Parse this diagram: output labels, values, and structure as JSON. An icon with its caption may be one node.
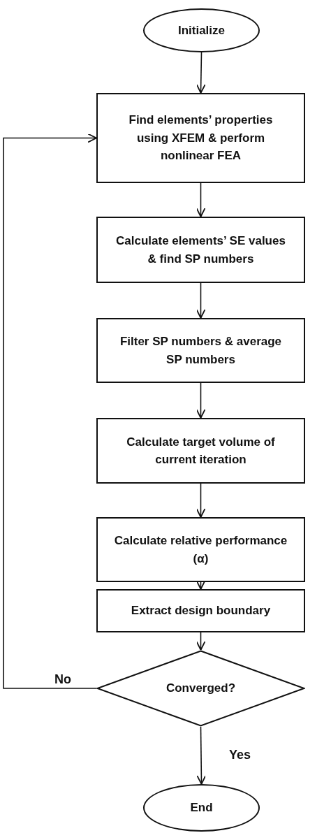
{
  "diagram": {
    "nodes": [
      {
        "text": [
          "Initialize"
        ]
      },
      {
        "text": [
          "Find elements’ properties using XFEM & perform nonlinear FEA"
        ]
      },
      {
        "text": [
          "Calculate elements’ SE values & find SP numbers"
        ]
      },
      {
        "text": [
          "Filter SP numbers & average SP numbers"
        ]
      },
      {
        "text": [
          "Calculate target volume of current iteration"
        ]
      },
      {
        "text": [
          "Calculate relative performance (α)"
        ]
      },
      {
        "text": [
          "Extract design boundary"
        ]
      },
      {
        "text": [
          "Converged?"
        ]
      },
      {
        "text": [
          "End"
        ]
      }
    ],
    "edges": [
      {
        "from": 0,
        "to": 1,
        "arrow": "to"
      },
      {
        "from": 1,
        "to": 2,
        "arrow": "to"
      },
      {
        "from": 2,
        "to": 3,
        "arrow": "to"
      },
      {
        "from": 3,
        "to": 4,
        "arrow": "to"
      },
      {
        "from": 4,
        "to": 5,
        "arrow": "to"
      },
      {
        "from": 5,
        "to": 6,
        "arrow": "to"
      },
      {
        "from": 6,
        "to": 7,
        "arrow": "to"
      },
      {
        "from": 7,
        "to": 1,
        "arrow": "to",
        "label": "No"
      },
      {
        "from": 7,
        "to": 8,
        "arrow": "to",
        "label": "Yes"
      }
    ]
  }
}
